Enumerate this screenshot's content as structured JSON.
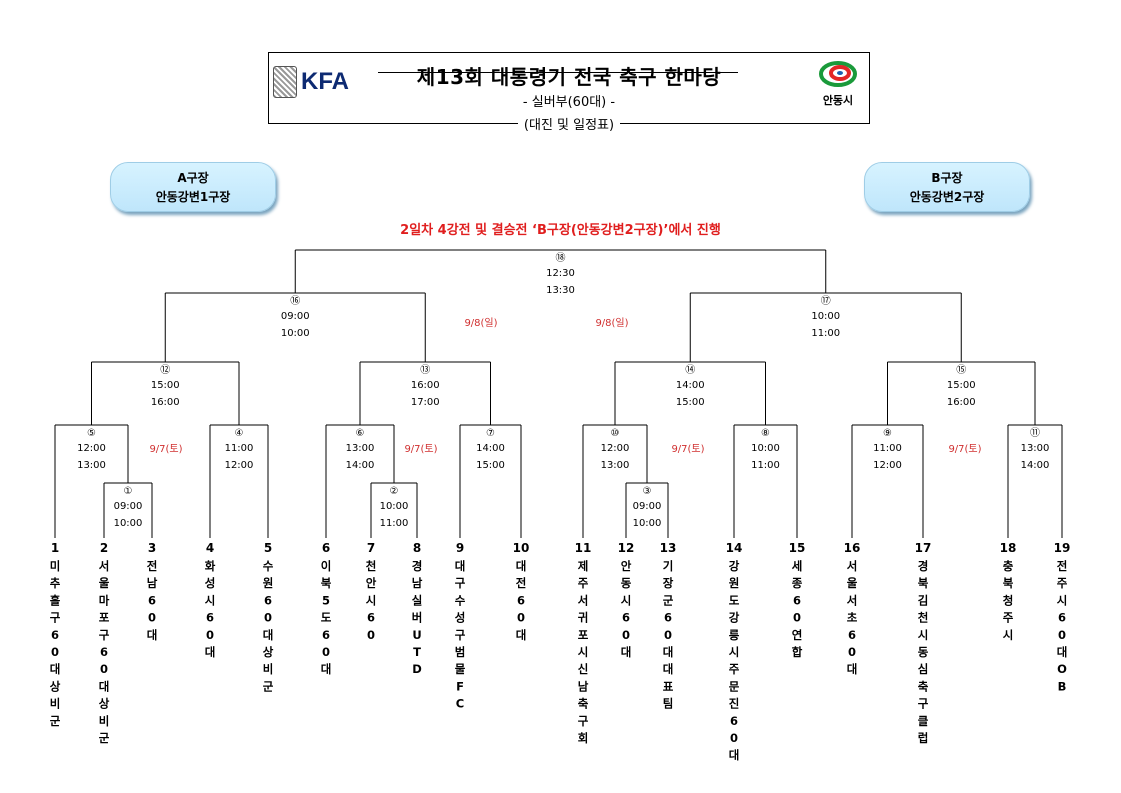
{
  "header": {
    "title": "제13회 대통령기 전국 축구 한마당",
    "subtitle": "- 실버부(60대) -",
    "schedule_label": "(대진 및 일정표)",
    "kfa_text": "KFA",
    "andong_text": "안동시"
  },
  "venues": {
    "a_name": "A구장",
    "a_place": "안동강변1구장",
    "b_name": "B구장",
    "b_place": "안동강변2구장"
  },
  "notice": "2일차 4강전 및 결승전 ‘B구장(안동강변2구장)’에서 진행",
  "date_labels": [
    "9/7(토)",
    "9/7(토)",
    "9/7(토)",
    "9/7(토)",
    "9/8(일)",
    "9/8(일)"
  ],
  "matches": [
    {
      "no": "①",
      "t1": "09:00",
      "t2": "10:00"
    },
    {
      "no": "②",
      "t1": "10:00",
      "t2": "11:00"
    },
    {
      "no": "③",
      "t1": "09:00",
      "t2": "10:00"
    },
    {
      "no": "④",
      "t1": "11:00",
      "t2": "12:00"
    },
    {
      "no": "⑤",
      "t1": "12:00",
      "t2": "13:00"
    },
    {
      "no": "⑥",
      "t1": "13:00",
      "t2": "14:00"
    },
    {
      "no": "⑦",
      "t1": "14:00",
      "t2": "15:00"
    },
    {
      "no": "⑧",
      "t1": "10:00",
      "t2": "11:00"
    },
    {
      "no": "⑨",
      "t1": "11:00",
      "t2": "12:00"
    },
    {
      "no": "⑩",
      "t1": "12:00",
      "t2": "13:00"
    },
    {
      "no": "⑪",
      "t1": "13:00",
      "t2": "14:00"
    },
    {
      "no": "⑫",
      "t1": "15:00",
      "t2": "16:00"
    },
    {
      "no": "⑬",
      "t1": "16:00",
      "t2": "17:00"
    },
    {
      "no": "⑭",
      "t1": "14:00",
      "t2": "15:00"
    },
    {
      "no": "⑮",
      "t1": "15:00",
      "t2": "16:00"
    },
    {
      "no": "⑯",
      "t1": "09:00",
      "t2": "10:00"
    },
    {
      "no": "⑰",
      "t1": "10:00",
      "t2": "11:00"
    },
    {
      "no": "⑱",
      "t1": "12:30",
      "t2": "13:30"
    }
  ],
  "teams": [
    {
      "no": "1",
      "name": "미추홀구60대상비군"
    },
    {
      "no": "2",
      "name": "서울마포구60대상비군"
    },
    {
      "no": "3",
      "name": "전남60대"
    },
    {
      "no": "4",
      "name": "화성시60대"
    },
    {
      "no": "5",
      "name": "수원60대상비군"
    },
    {
      "no": "6",
      "name": "이북5도60대"
    },
    {
      "no": "7",
      "name": "천안시60"
    },
    {
      "no": "8",
      "name": "경남실버UTD"
    },
    {
      "no": "9",
      "name": "대구수성구범물FC"
    },
    {
      "no": "10",
      "name": "대전60대"
    },
    {
      "no": "11",
      "name": "제주서귀포시신남축구회"
    },
    {
      "no": "12",
      "name": "안동시60대"
    },
    {
      "no": "13",
      "name": "기장군60대대표팀"
    },
    {
      "no": "14",
      "name": "강원도강릉시주문진60대"
    },
    {
      "no": "15",
      "name": "세종60연합"
    },
    {
      "no": "16",
      "name": "서울서초60대"
    },
    {
      "no": "17",
      "name": "경북김천시동심축구클럽"
    },
    {
      "no": "18",
      "name": "충북청주시"
    },
    {
      "no": "19",
      "name": "전주시60대OB"
    }
  ],
  "colors": {
    "kfa_blue": "#0d2a72",
    "notice_red": "#e01e1e",
    "date_red": "#d03030",
    "pill_fill": "#ccecfb",
    "andong_red": "#e32626",
    "andong_green": "#1a9a3a",
    "andong_blue": "#1b5fb0"
  }
}
